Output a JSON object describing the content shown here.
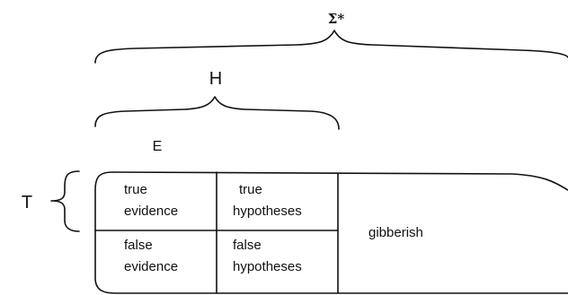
{
  "labels": {
    "sigma_star": "Σ*",
    "H": "H",
    "E": "E",
    "T": "T",
    "gibberish": "gibberish"
  },
  "cells": {
    "true_evidence": [
      "true",
      "evidence"
    ],
    "true_hypotheses": [
      "true",
      "hypotheses"
    ],
    "false_evidence": [
      "false",
      "evidence"
    ],
    "false_hypotheses": [
      "false",
      "hypotheses"
    ]
  }
}
